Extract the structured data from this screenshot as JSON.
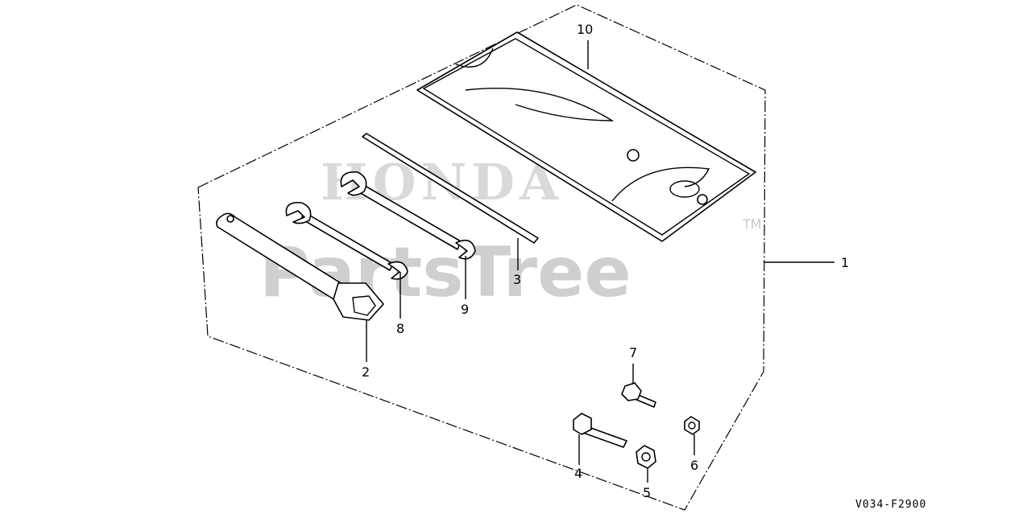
{
  "diagram": {
    "drawing_code": "V034-F2900",
    "watermark": {
      "brand": "HONDA",
      "name": "PartsTree",
      "trademark": "TM"
    },
    "callouts": [
      {
        "id": "c1",
        "label": "1"
      },
      {
        "id": "c2",
        "label": "2"
      },
      {
        "id": "c3",
        "label": "3"
      },
      {
        "id": "c4",
        "label": "4"
      },
      {
        "id": "c5",
        "label": "5"
      },
      {
        "id": "c6",
        "label": "6"
      },
      {
        "id": "c7",
        "label": "7"
      },
      {
        "id": "c8",
        "label": "8"
      },
      {
        "id": "c9",
        "label": "9"
      },
      {
        "id": "c10",
        "label": "10"
      }
    ]
  }
}
